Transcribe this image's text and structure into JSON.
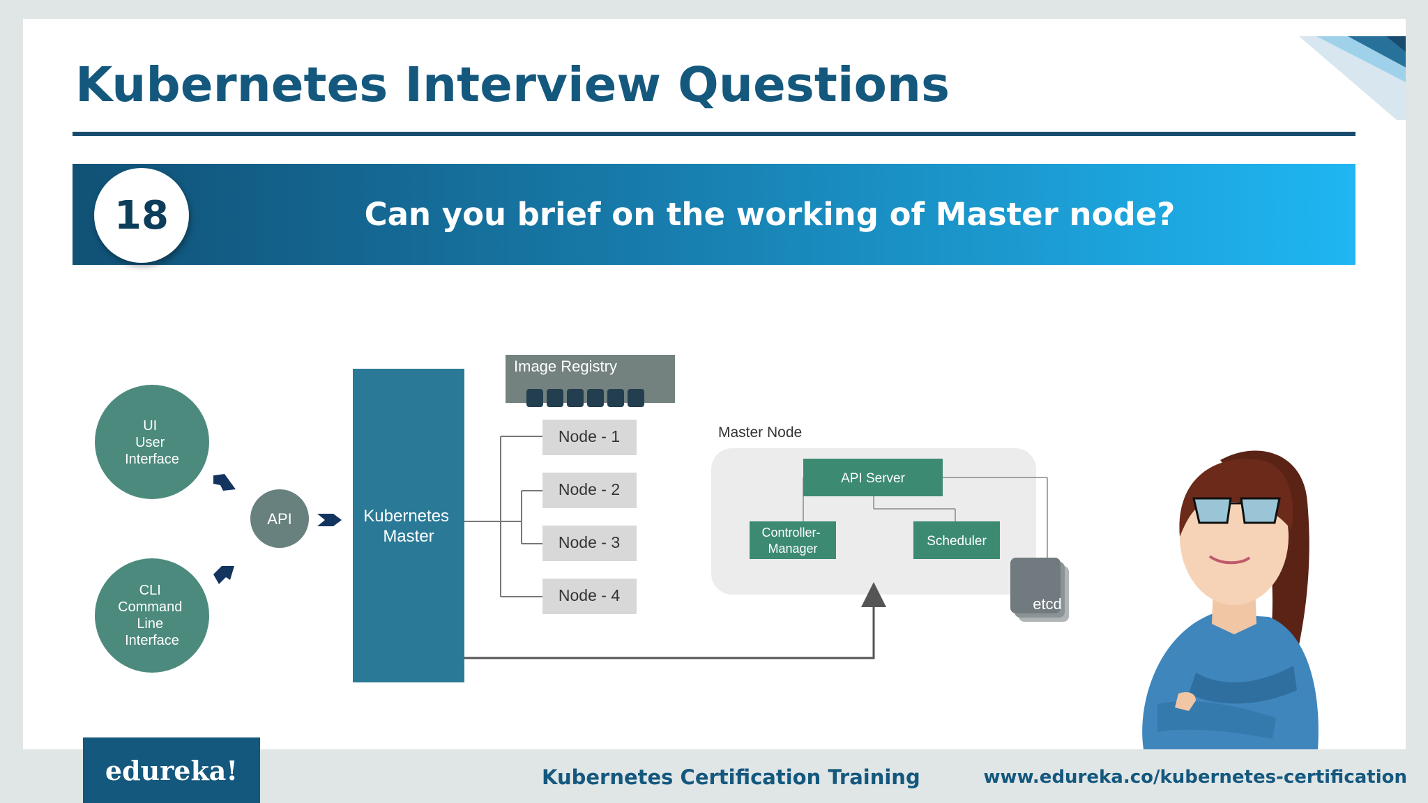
{
  "slide": {
    "title": "Kubernetes Interview Questions",
    "question_number": "18",
    "question_text": "Can you brief on the working of Master node?"
  },
  "diagram": {
    "clients": [
      {
        "lines": [
          "UI",
          "User",
          "Interface"
        ]
      },
      {
        "lines": [
          "CLI",
          "Command",
          "Line",
          "Interface"
        ]
      }
    ],
    "api_label": "API",
    "master_label_lines": [
      "Kubernetes",
      "Master"
    ],
    "image_registry_label": "Image Registry",
    "nodes": [
      "Node - 1",
      "Node - 2",
      "Node - 3",
      "Node - 4"
    ],
    "master_node_title": "Master Node",
    "api_server_label": "API Server",
    "controller_manager_lines": [
      "Controller-",
      "Manager"
    ],
    "scheduler_label": "Scheduler",
    "etcd_label": "etcd"
  },
  "footer": {
    "logo_text": "edureka!",
    "course_name": "Kubernetes Certification Training",
    "url": "www.edureka.co/kubernetes-certification"
  },
  "colors": {
    "title": "#14587e",
    "banner_start": "#115176",
    "banner_end": "#1fb6f2",
    "client_circle": "#4c8a7d",
    "master_block": "#2a7a97",
    "component_box": "#3c8a72",
    "node_box": "#d8d8d8",
    "registry": "#73827f"
  }
}
